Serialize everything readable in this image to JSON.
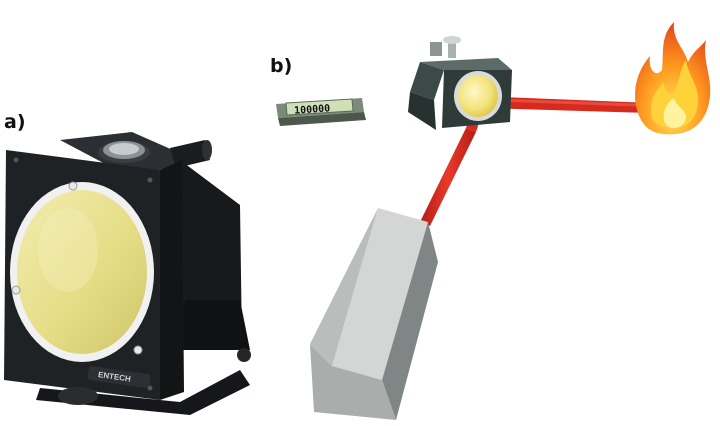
{
  "labels": {
    "panel_a": "a)",
    "panel_b": "b)"
  },
  "power_meter": {
    "reading": "100000"
  },
  "detector_photo": {
    "brand": "ENTECH"
  },
  "colors": {
    "beam": "#d62a1f",
    "filter": "#ece592",
    "housing": "#1f2225",
    "laser_body": "#b9bebd"
  }
}
